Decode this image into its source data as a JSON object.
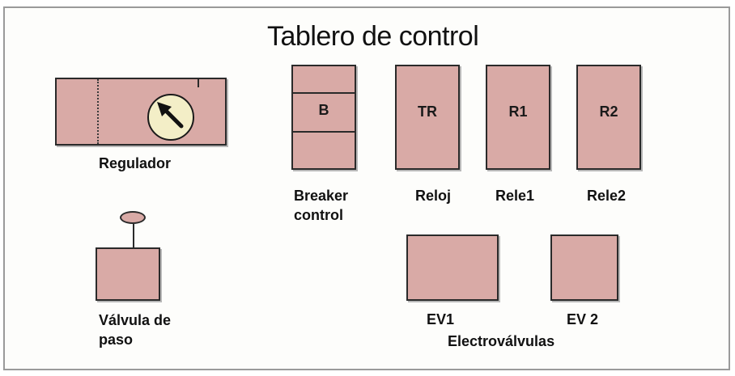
{
  "title": "Tablero de control",
  "regulador": {
    "label": "Regulador"
  },
  "breaker": {
    "box_text": "B",
    "label_line1": "Breaker",
    "label_line2": "control"
  },
  "reloj": {
    "box_text": "TR",
    "label": "Reloj"
  },
  "rele1": {
    "box_text": "R1",
    "label": "Rele1"
  },
  "rele2": {
    "box_text": "R2",
    "label": "Rele2"
  },
  "valvula": {
    "label_line1": "Válvula de",
    "label_line2": "paso"
  },
  "ev1": {
    "label": "EV1"
  },
  "ev2": {
    "label": "EV 2"
  },
  "electrovalvulas": {
    "label": "Electroválvulas"
  },
  "colors": {
    "component_fill": "#d9aaa6",
    "gauge_fill": "#f3eec7",
    "outline": "#2a2a2a"
  }
}
